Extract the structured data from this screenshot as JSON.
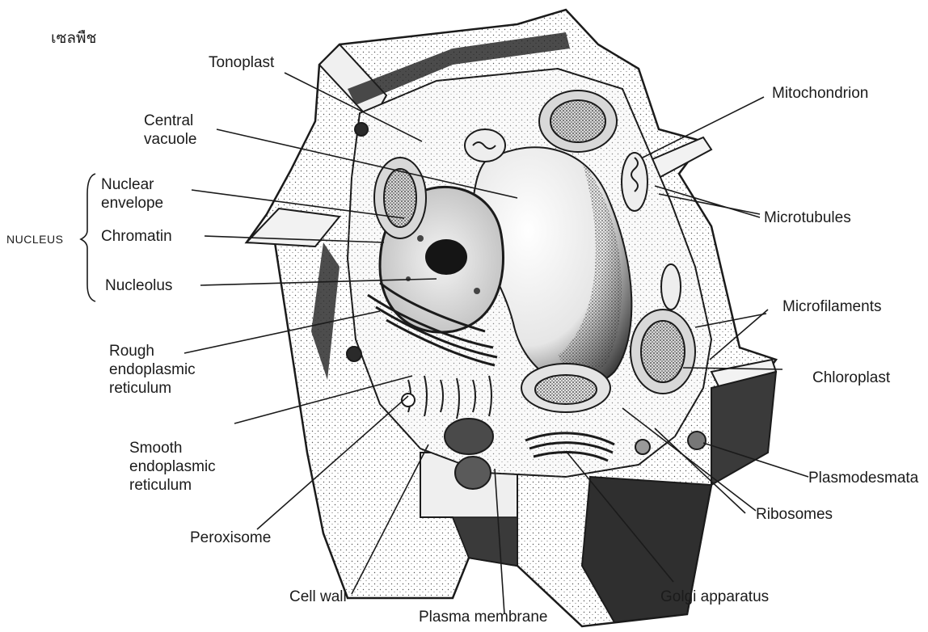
{
  "title": "เซลพืช",
  "group_label": "Nucleus",
  "labels": {
    "tonoplast": "Tonoplast",
    "central_vacuole": [
      "Central",
      "vacuole"
    ],
    "nuclear_envelope": [
      "Nuclear",
      "envelope"
    ],
    "chromatin": "Chromatin",
    "nucleolus": "Nucleolus",
    "rough_er": [
      "Rough",
      "endoplasmic",
      "reticulum"
    ],
    "smooth_er": [
      "Smooth",
      "endoplasmic",
      "reticulum"
    ],
    "peroxisome": "Peroxisome",
    "cell_wall": "Cell wall",
    "plasma_membrane": "Plasma membrane",
    "golgi": "Golgi apparatus",
    "ribosomes": "Ribosomes",
    "plasmodesmata": "Plasmodesmata",
    "chloroplast": "Chloroplast",
    "microfilaments": "Microfilaments",
    "microtubules": "Microtubules",
    "mitochondrion": "Mitochondrion"
  },
  "colors": {
    "ink": "#1b1b1b",
    "paper": "#ffffff",
    "shade": "#2a2a2a"
  }
}
